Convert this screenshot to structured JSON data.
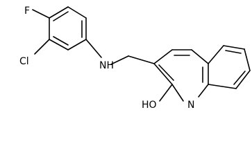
{
  "molecule": {
    "atom_labels": {
      "fluorine": "F",
      "chlorine": "Cl",
      "amine": "NH",
      "ring_nitrogen": "N",
      "hydroxyl": "HO"
    }
  }
}
